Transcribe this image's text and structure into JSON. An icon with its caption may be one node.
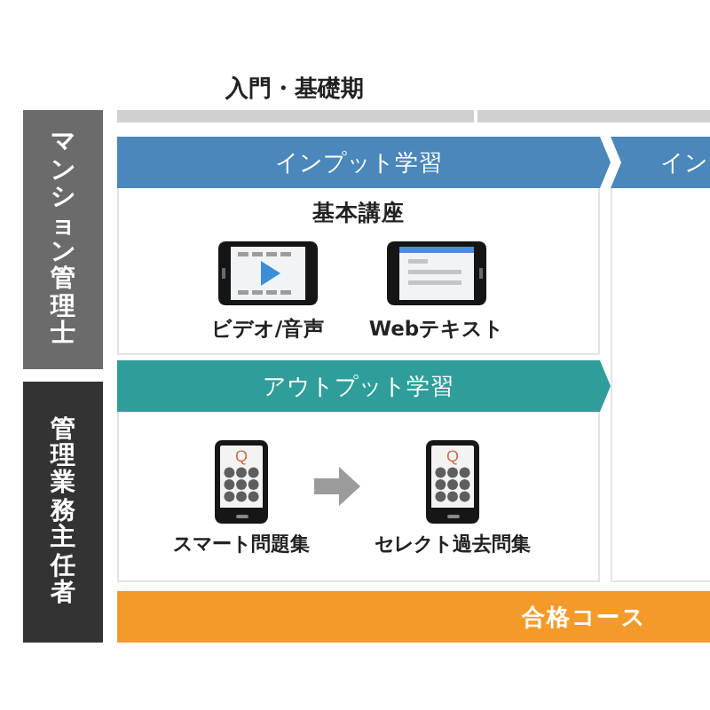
{
  "diagram": {
    "nodes": [
      {
        "text": [
          "マンション管理士"
        ]
      },
      {
        "text": [
          "インプット学習"
        ]
      },
      {
        "text": [
          "イン"
        ]
      },
      {
        "text": [
          "基本講座"
        ]
      },
      {
        "text": [
          "ビデオ/音声"
        ],
        "in": 3
      },
      {
        "text": [
          "Webテキスト"
        ],
        "in": 3
      },
      {
        "text": [],
        "shape": "box"
      },
      {
        "text": [
          "管理業務主任者"
        ]
      },
      {
        "text": [
          "アウトプット学習"
        ]
      },
      {
        "text": [],
        "shape": "box"
      },
      {
        "text": [
          "Q",
          "スマート問題集"
        ],
        "in": 9
      },
      {
        "text": [
          "Q",
          "セレクト過去問集"
        ],
        "in": 9
      },
      {
        "text": [
          "合格コース"
        ]
      }
    ],
    "edges": [
      {
        "from": 10,
        "to": 11,
        "arrow": "to"
      }
    ],
    "labels": [
      "入門・基礎期"
    ]
  }
}
